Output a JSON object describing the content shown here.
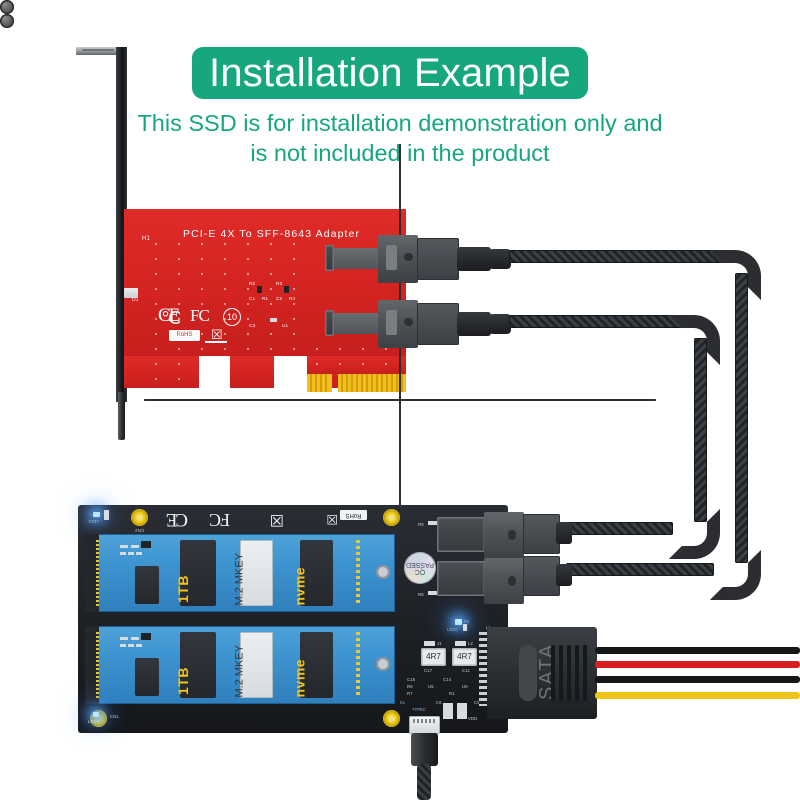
{
  "header": {
    "badge_text": "Installation Example",
    "badge_color": "#16a77e",
    "subtitle_line1": "This SSD is for installation demonstration only and",
    "subtitle_line2": "is not included in the product",
    "subtitle_color": "#16a77e"
  },
  "pcie_card": {
    "board_color": "#d62522",
    "silkscreen_title": "PCI-E  4X  To  SFF-8643  Adapter",
    "mount_hole_label_top": "H1",
    "diode_label": "D1",
    "certifications": [
      "CE",
      "FC",
      "RoHS",
      "WEEE"
    ],
    "recycle_number": "10",
    "component_labels": [
      "R2",
      "C1",
      "R1",
      "R3",
      "C2",
      "R4",
      "C3",
      "U1"
    ],
    "edge_connector": "PCIe x4 gold finger",
    "connector_ports": [
      "SFF-8643 Port 1",
      "SFF-8643 Port 2"
    ]
  },
  "adapter_board": {
    "board_color": "#1e2126",
    "slot_color": "#3d93cf",
    "certifications": [
      "CE",
      "FC",
      "WEEE",
      "RoHS"
    ],
    "qc_sticker": "QC PASSED",
    "mount_labels": [
      "CN2",
      "CN1"
    ],
    "led_labels": [
      "LED0",
      "LED1",
      "LED2"
    ],
    "port_labels": [
      "R9",
      "R8"
    ],
    "inductor_labels": [
      "4R7",
      "4R7"
    ],
    "component_labels": [
      "C17",
      "C11",
      "C16",
      "C14",
      "R6",
      "R7",
      "R1",
      "R2",
      "U5",
      "U6",
      "C6",
      "C5",
      "VDD",
      "J1",
      "L2",
      "L1",
      "K1",
      "TYPEC"
    ],
    "ssd_modules": [
      {
        "capacity": "1TB",
        "keying": "M.2 MKEY",
        "protocol": "nvme"
      },
      {
        "capacity": "1TB",
        "keying": "M.2 MKEY",
        "protocol": "nvme"
      }
    ],
    "sata_power_label": "SATA",
    "sata_wire_colors": [
      "#141618",
      "#d81f1f",
      "#141618",
      "#f0c41a"
    ],
    "usb_connector": "USB Type-C"
  },
  "cables": {
    "type": "braided SFF-8643 to SFF-8643",
    "count": 2,
    "color": "#2b2d30"
  }
}
